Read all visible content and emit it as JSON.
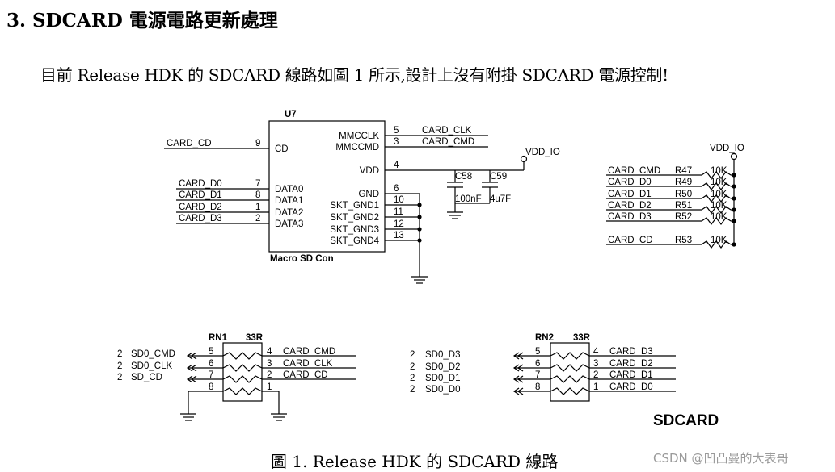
{
  "heading": "3. SDCARD 電源電路更新處理",
  "intro": "目前 Release HDK 的 SDCARD 線路如圖 1 所示,設計上沒有附掛 SDCARD 電源控制!",
  "caption": "圖 1. Release HDK 的 SDCARD 線路",
  "watermark": "CSDN @凹凸曼的大表哥",
  "u7": {
    "ref": "U7",
    "part": "Macro SD Con",
    "left_pins": [
      {
        "num": "9",
        "name": "CD",
        "net": "CARD_CD"
      },
      {
        "num": "7",
        "name": "DATA0",
        "net": "CARD_D0"
      },
      {
        "num": "8",
        "name": "DATA1",
        "net": "CARD_D1"
      },
      {
        "num": "1",
        "name": "DATA2",
        "net": "CARD_D2"
      },
      {
        "num": "2",
        "name": "DATA3",
        "net": "CARD_D3"
      }
    ],
    "right_pins": [
      {
        "num": "5",
        "name": "MMCCLK",
        "net": "CARD_CLK"
      },
      {
        "num": "3",
        "name": "MMCCMD",
        "net": "CARD_CMD"
      },
      {
        "num": "4",
        "name": "VDD",
        "net": ""
      },
      {
        "num": "6",
        "name": "GND",
        "net": ""
      },
      {
        "num": "10",
        "name": "SKT_GND1",
        "net": ""
      },
      {
        "num": "11",
        "name": "SKT_GND2",
        "net": ""
      },
      {
        "num": "12",
        "name": "SKT_GND3",
        "net": ""
      },
      {
        "num": "13",
        "name": "SKT_GND4",
        "net": ""
      }
    ]
  },
  "power": {
    "vdd_io": "VDD_IO"
  },
  "caps": [
    {
      "ref": "C58",
      "value": "100nF"
    },
    {
      "ref": "C59",
      "value": "4u7F"
    }
  ],
  "pullups": {
    "rail": "VDD_IO",
    "items": [
      {
        "net": "CARD_CMD",
        "ref": "R47",
        "value": "10K"
      },
      {
        "net": "CARD_D0",
        "ref": "R49",
        "value": "10K"
      },
      {
        "net": "CARD_D1",
        "ref": "R50",
        "value": "10K"
      },
      {
        "net": "CARD_D2",
        "ref": "R51",
        "value": "10K"
      },
      {
        "net": "CARD_D3",
        "ref": "R52",
        "value": "10K"
      },
      {
        "net": "CARD_CD",
        "ref": "R53",
        "value": "10K"
      }
    ]
  },
  "rn1": {
    "ref": "RN1",
    "value": "33R",
    "rows": [
      {
        "sheet": "2",
        "left_net": "SD0_CMD",
        "lpin": "5",
        "rpin": "4",
        "right_net": "CARD_CMD"
      },
      {
        "sheet": "2",
        "left_net": "SD0_CLK",
        "lpin": "6",
        "rpin": "3",
        "right_net": "CARD_CLK"
      },
      {
        "sheet": "2",
        "left_net": "SD_CD",
        "lpin": "7",
        "rpin": "2",
        "right_net": "CARD_CD"
      },
      {
        "sheet": "",
        "left_net": "",
        "lpin": "8",
        "rpin": "1",
        "right_net": ""
      }
    ]
  },
  "rn2": {
    "ref": "RN2",
    "value": "33R",
    "offpage": [
      {
        "sheet": "2",
        "net": "SD0_D3"
      },
      {
        "sheet": "2",
        "net": "SD0_D2"
      },
      {
        "sheet": "2",
        "net": "SD0_D1"
      },
      {
        "sheet": "2",
        "net": "SD0_D0"
      }
    ],
    "rows": [
      {
        "lpin": "5",
        "rpin": "4",
        "right_net": "CARD_D3"
      },
      {
        "lpin": "6",
        "rpin": "3",
        "right_net": "CARD_D2"
      },
      {
        "lpin": "7",
        "rpin": "2",
        "right_net": "CARD_D1"
      },
      {
        "lpin": "8",
        "rpin": "1",
        "right_net": "CARD_D0"
      }
    ]
  },
  "block_title": "SDCARD"
}
